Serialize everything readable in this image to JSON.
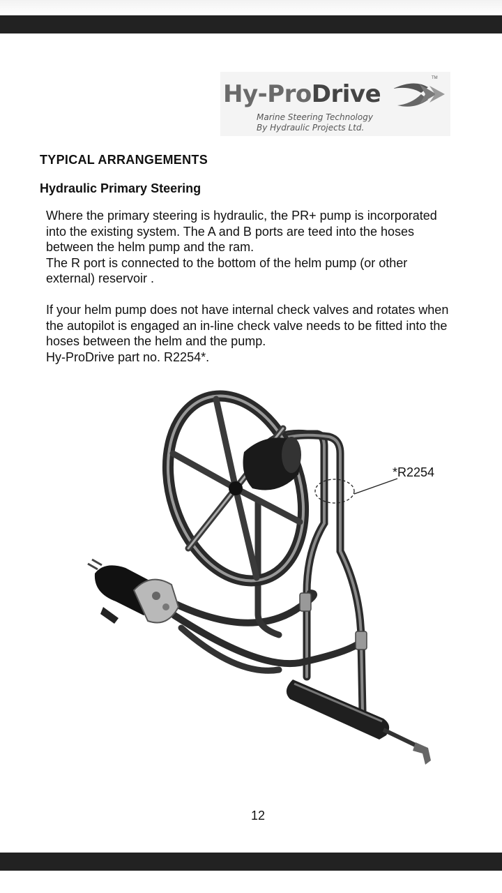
{
  "logo": {
    "brand_part1": "Hy-Pro",
    "brand_part2": "Drive",
    "tm": "TM",
    "tagline_line1": "Marine Steering Technology",
    "tagline_line2": "By Hydraulic Projects Ltd."
  },
  "heading": "TYPICAL  ARRANGEMENTS",
  "subheading": "Hydraulic Primary Steering",
  "paragraph1": [
    "Where the primary steering is hydraulic, the PR+ pump is incorporated",
    "into the existing system. The A and B ports are teed into the hoses",
    "between the helm pump and the ram.",
    "The R port is connected to the bottom of the helm pump (or other",
    "external) reservoir ."
  ],
  "paragraph2": [
    "If your helm pump does not have internal check valves and rotates when",
    "the autopilot is engaged an in-line check valve needs to be fitted into the",
    "hoses between the helm and the pump.",
    "Hy-ProDrive part no. R2254*."
  ],
  "diagram": {
    "callout_label": "*R2254"
  },
  "page_number": "12",
  "colors": {
    "bar": "#222222",
    "logo_bg": "#f4f4f4"
  }
}
